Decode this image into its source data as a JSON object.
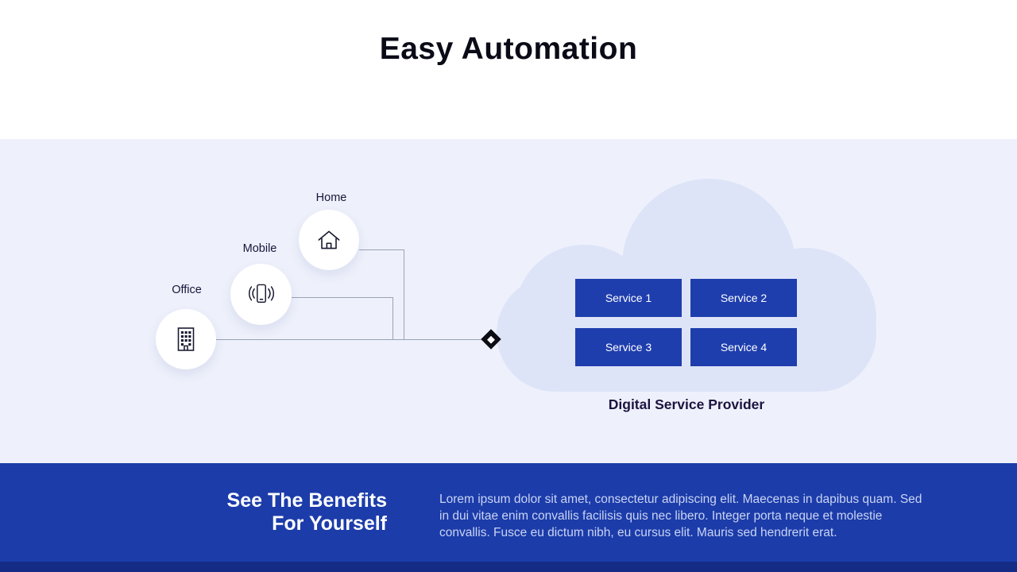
{
  "slide": {
    "title": "Easy Automation"
  },
  "diagram": {
    "nodes": [
      {
        "id": "home",
        "label": "Home",
        "icon": "home-icon"
      },
      {
        "id": "mobile",
        "label": "Mobile",
        "icon": "mobile-icon"
      },
      {
        "id": "office",
        "label": "Office",
        "icon": "office-icon"
      }
    ],
    "cloud": {
      "services": [
        "Service 1",
        "Service 2",
        "Service 3",
        "Service 4"
      ],
      "caption": "Digital Service Provider"
    }
  },
  "footer": {
    "heading_line1": "See The Benefits",
    "heading_line2": "For Yourself",
    "body": "Lorem ipsum dolor sit amet, consectetur adipiscing elit. Maecenas in dapibus quam. Sed in dui vitae enim convallis facilisis quis nec libero. Integer porta neque et molestie convallis. Fusce eu dictum nibh, eu cursus elit. Mauris sed hendrerit erat."
  },
  "colors": {
    "accent_blue": "#1F3EAD",
    "light_section_bg": "#EEF1FB",
    "cloud_fill": "#DEE4F8",
    "footer_bg": "#1C3CAA",
    "footer_strip": "#142C85",
    "title_text": "#0B0B18",
    "line_gray": "#9AA2B6"
  }
}
